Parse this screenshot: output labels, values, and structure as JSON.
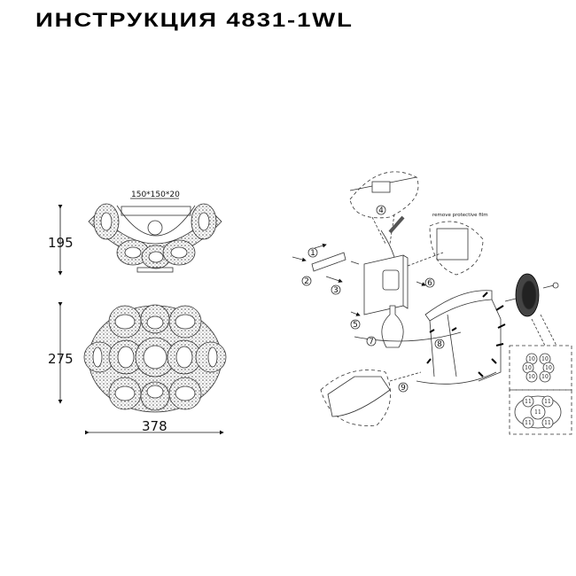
{
  "document": {
    "title": "ИНСТРУКЦИЯ 4831-1WL"
  },
  "dimensions": {
    "side_view_height": "195",
    "front_view_height": "275",
    "front_view_width": "378",
    "mount_plate": "150*150*20"
  },
  "assembly": {
    "note": "remove protective film",
    "steps": [
      "1",
      "2",
      "3",
      "4",
      "5",
      "6",
      "7",
      "8",
      "9"
    ],
    "pattern_a_label": "10",
    "pattern_b_label": "11"
  }
}
